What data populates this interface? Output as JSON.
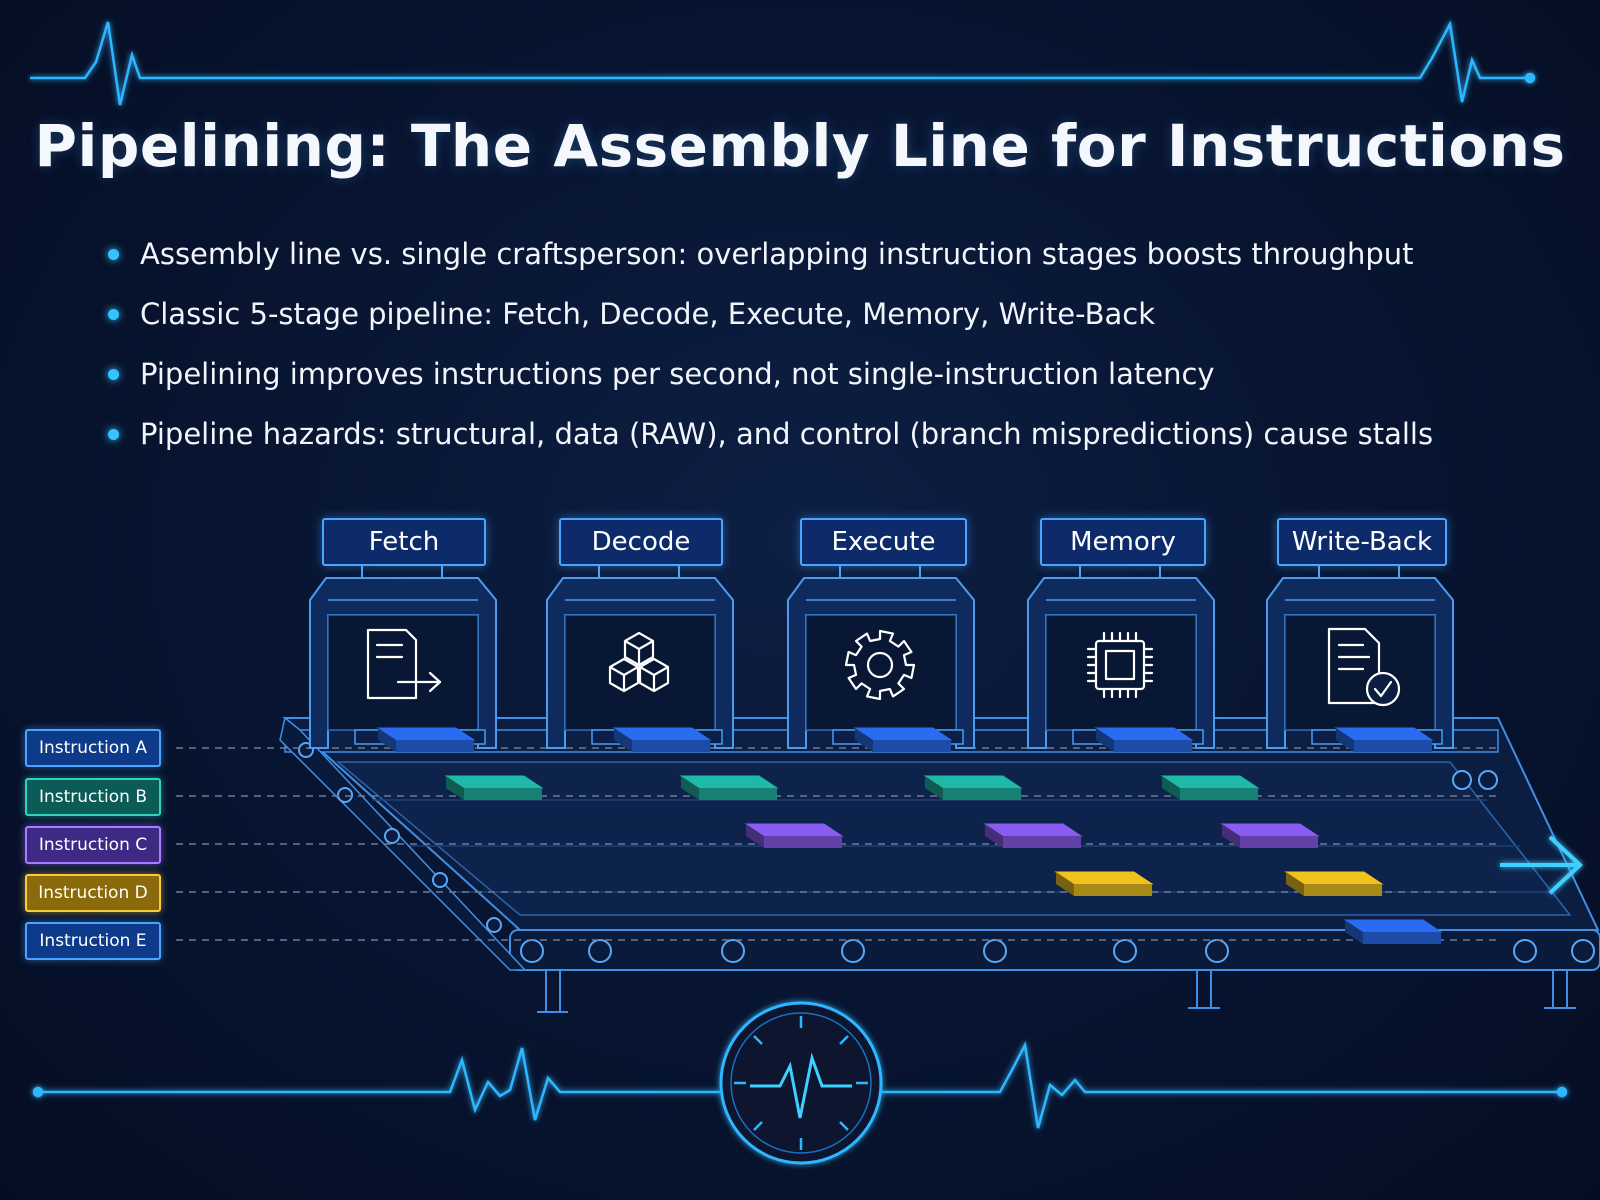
{
  "title": "Pipelining: The Assembly Line for Instructions",
  "bullets": [
    "Assembly line vs. single craftsperson: overlapping instruction stages boosts throughput",
    "Classic 5-stage pipeline: Fetch, Decode, Execute, Memory, Write-Back",
    "Pipelining improves instructions per second, not single-instruction latency",
    "Pipeline hazards: structural, data (RAW), and control (branch mispredictions) cause stalls"
  ],
  "stages": [
    {
      "label": "Fetch",
      "icon": "document-arrow-icon"
    },
    {
      "label": "Decode",
      "icon": "cubes-icon"
    },
    {
      "label": "Execute",
      "icon": "gear-icon"
    },
    {
      "label": "Memory",
      "icon": "chip-icon"
    },
    {
      "label": "Write-Back",
      "icon": "document-check-icon"
    }
  ],
  "instructions": [
    {
      "label": "Instruction A",
      "color": "#2a6df0",
      "border": "#4aa3ff",
      "bg": "#0e3a8a"
    },
    {
      "label": "Instruction B",
      "color": "#1fb8a6",
      "border": "#32d1bd",
      "bg": "#0b5b57"
    },
    {
      "label": "Instruction C",
      "color": "#8a5cf0",
      "border": "#a87bff",
      "bg": "#3e2a85"
    },
    {
      "label": "Instruction D",
      "color": "#f0c21f",
      "border": "#f5cd3a",
      "bg": "#8a6a0a"
    },
    {
      "label": "Instruction E",
      "color": "#2a6df0",
      "border": "#4aa3ff",
      "bg": "#0e3a8a"
    }
  ],
  "colors": {
    "background": "#081633",
    "accent": "#35c3ff",
    "line": "#49a6ff"
  }
}
